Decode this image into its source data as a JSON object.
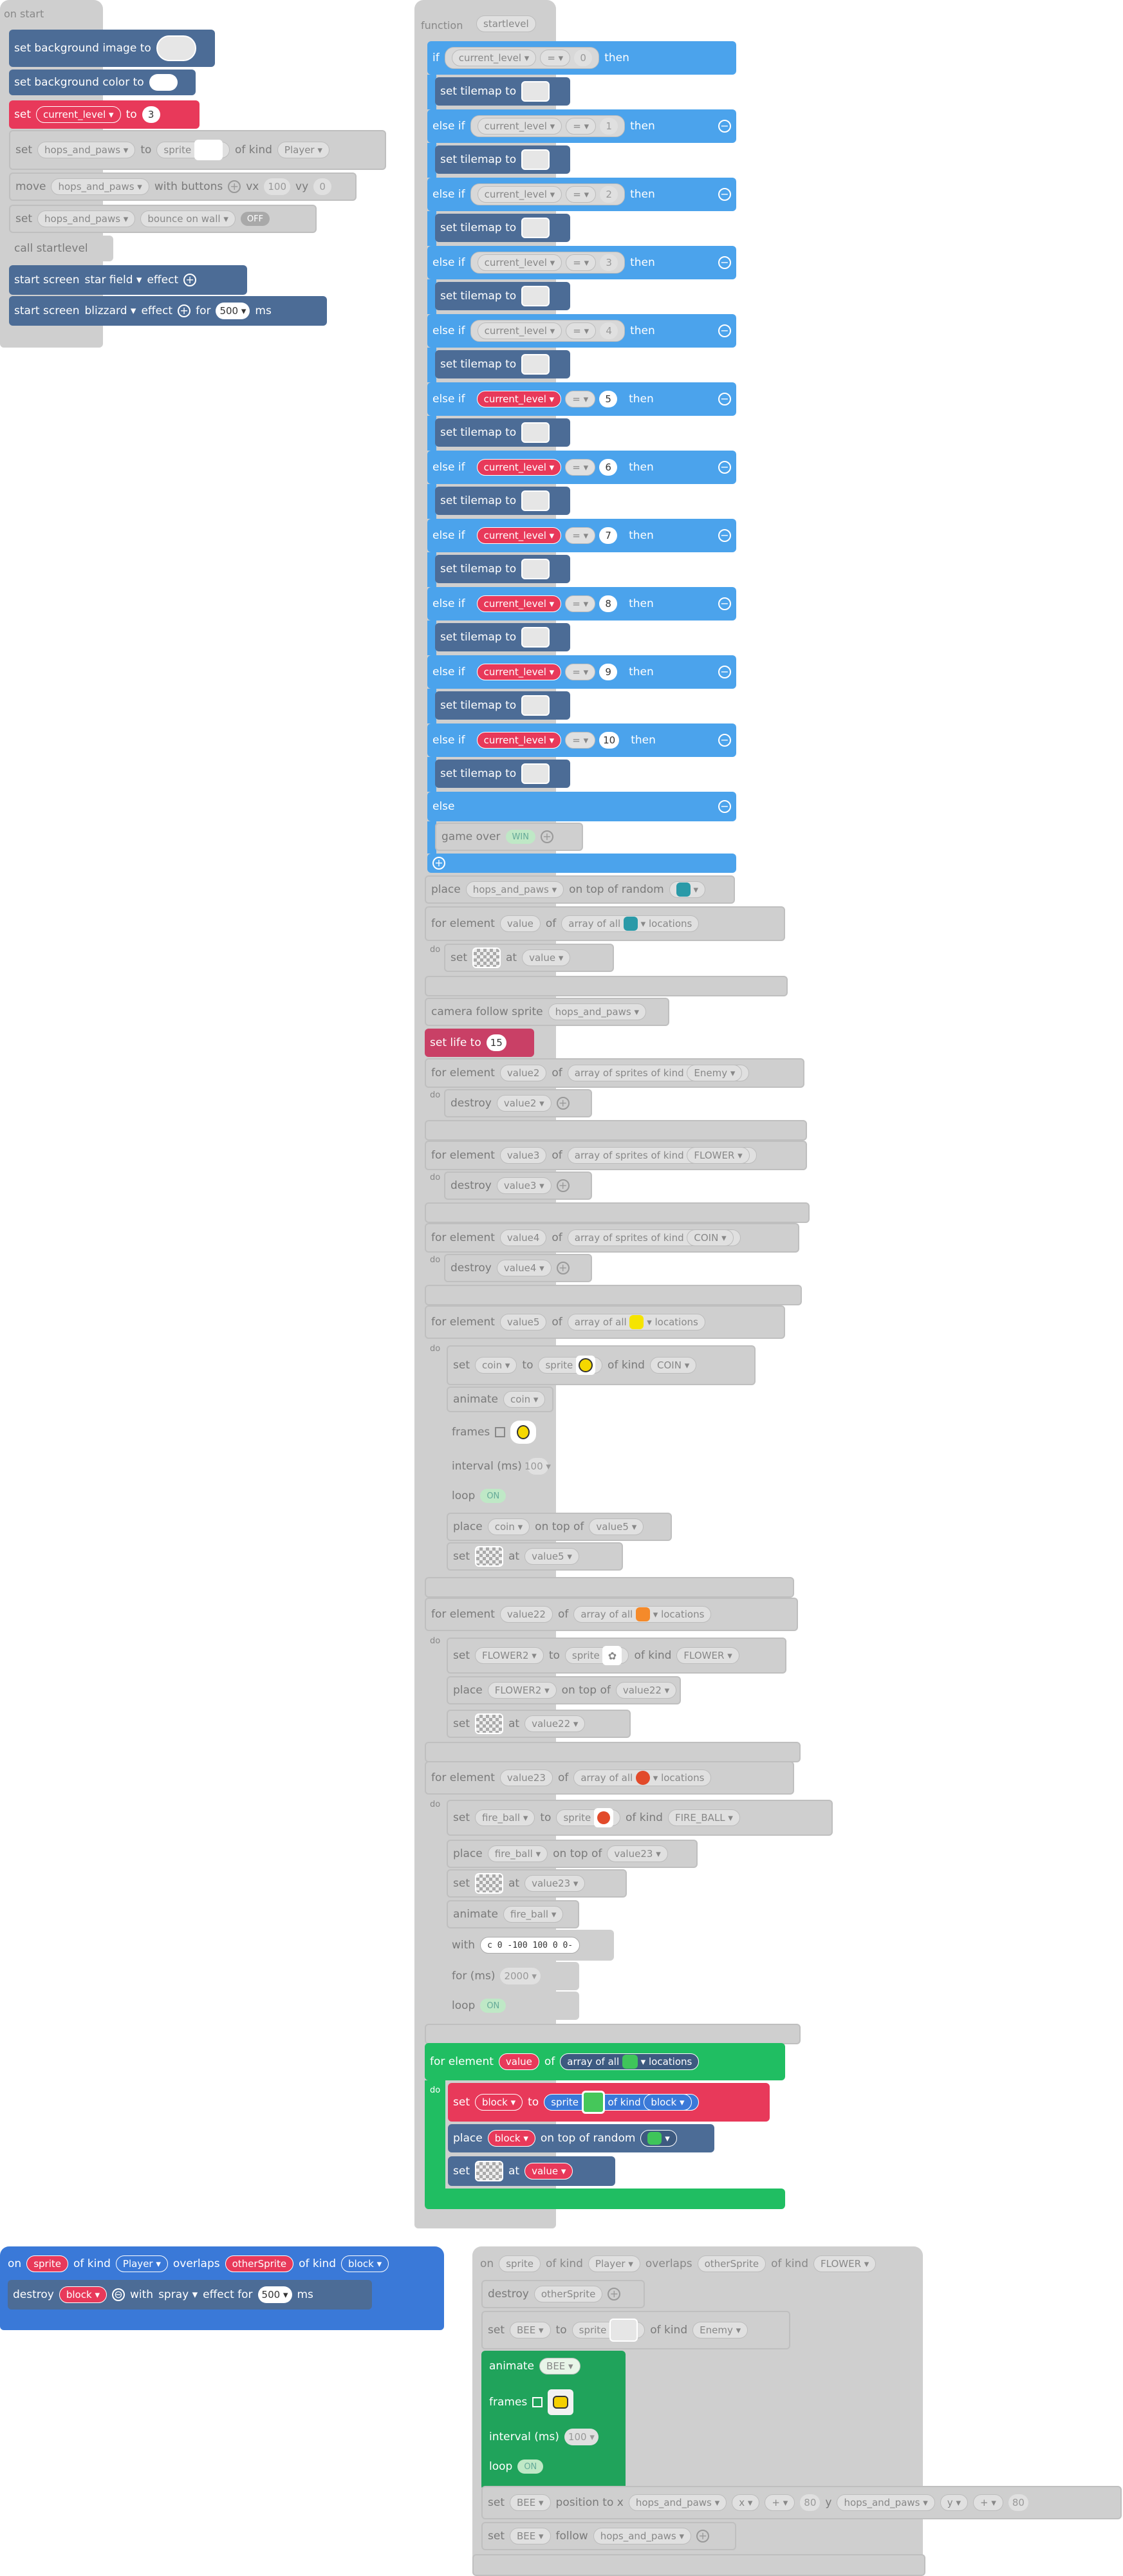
{
  "on_start": {
    "hat": "on start",
    "set_bg_image": "set background image to",
    "set_bg_color": "set background color to",
    "set_var": "set",
    "var_current_level": "current_level",
    "to": "to",
    "level_value": "3",
    "set_sprite": "set",
    "var_hops": "hops_and_paws",
    "to2": "to",
    "sprite": "sprite",
    "of_kind": "of kind",
    "kind_player": "Player",
    "move": "move",
    "with_buttons": "with buttons",
    "vx": "vx",
    "vx_value": "100",
    "vy": "vy",
    "vy_value": "0",
    "set_bounce": "set",
    "bounce_on_wall": "bounce on wall",
    "off": "OFF",
    "call": "call startlevel",
    "start_screen1": "start screen",
    "star_field": "star field",
    "effect": "effect",
    "start_screen2": "start screen",
    "blizzard": "blizzard",
    "effect2": "effect",
    "for": "for",
    "ms_value": "500",
    "ms": "ms"
  },
  "function": {
    "keyword": "function",
    "name": "startlevel",
    "if": "if",
    "else_if": "else if",
    "else": "else",
    "then": "then",
    "eq": "=",
    "set_tilemap": "set tilemap to",
    "current_level": "current_level",
    "levels": [
      "0",
      "1",
      "2",
      "3",
      "4",
      "5",
      "6",
      "7",
      "8",
      "9",
      "10"
    ],
    "game_over": "game over",
    "win": "WIN",
    "place": "place",
    "on_top_of_random": "on top of random",
    "for_element": "for element",
    "value": "value",
    "of": "of",
    "array_of_all": "array of all",
    "locations": "locations",
    "do": "do",
    "set": "set",
    "at": "at",
    "camera_follow": "camera follow sprite",
    "set_life": "set life to",
    "life_value": "15",
    "value2": "value2",
    "value3": "value3",
    "value4": "value4",
    "value5": "value5",
    "value22": "value22",
    "value23": "value23",
    "array_sprites_kind": "array of sprites of kind",
    "kind_enemy": "Enemy",
    "kind_flower": "FLOWER",
    "kind_coin": "COIN",
    "kind_fire_ball": "FIRE_BALL",
    "kind_block": "block",
    "destroy": "destroy",
    "coin": "coin",
    "to": "to",
    "sprite": "sprite",
    "of_kind": "of kind",
    "animate": "animate",
    "frames": "frames",
    "interval": "interval (ms)",
    "interval_value": "100",
    "loop": "loop",
    "on": "ON",
    "on_top_of": "on top of",
    "flower2": "FLOWER2",
    "fire_ball": "fire_ball",
    "with": "with",
    "anim_path": "c 0 -100 100 0 0-",
    "for_ms": "for (ms)",
    "for_ms_value": "2000",
    "block": "block",
    "hops": "hops_and_paws"
  },
  "overlap1": {
    "on": "on",
    "sprite": "sprite",
    "of_kind": "of kind",
    "kind_player": "Player",
    "overlaps": "overlaps",
    "other": "otherSprite",
    "of_kind2": "of kind",
    "kind_block": "block",
    "destroy": "destroy",
    "block": "block",
    "with": "with",
    "spray": "spray",
    "effect_for": "effect for",
    "ms_value": "500",
    "ms": "ms"
  },
  "overlap2": {
    "on": "on",
    "sprite": "sprite",
    "of_kind": "of kind",
    "kind_player": "Player",
    "overlaps": "overlaps",
    "other": "otherSprite",
    "of_kind2": "of kind",
    "kind_flower": "FLOWER",
    "destroy": "destroy",
    "other2": "otherSprite",
    "set": "set",
    "bee": "BEE",
    "to": "to",
    "sprite2": "sprite",
    "of_kind3": "of kind",
    "kind_enemy": "Enemy",
    "animate": "animate",
    "frames": "frames",
    "interval": "interval (ms)",
    "interval_value": "100",
    "loop": "loop",
    "on_label": "ON",
    "set2": "set",
    "position_to_x": "position to x",
    "hops": "hops_and_paws",
    "x": "x",
    "plus": "+",
    "eighty": "80",
    "y": "y",
    "y2": "y",
    "set3": "set",
    "follow": "follow"
  },
  "colors": {
    "blue_block": "#4c6c96",
    "red_block": "#e8395a",
    "sky_block": "#4ba3ec",
    "green_block": "#20be62",
    "ghost": "#cfcfcf"
  }
}
